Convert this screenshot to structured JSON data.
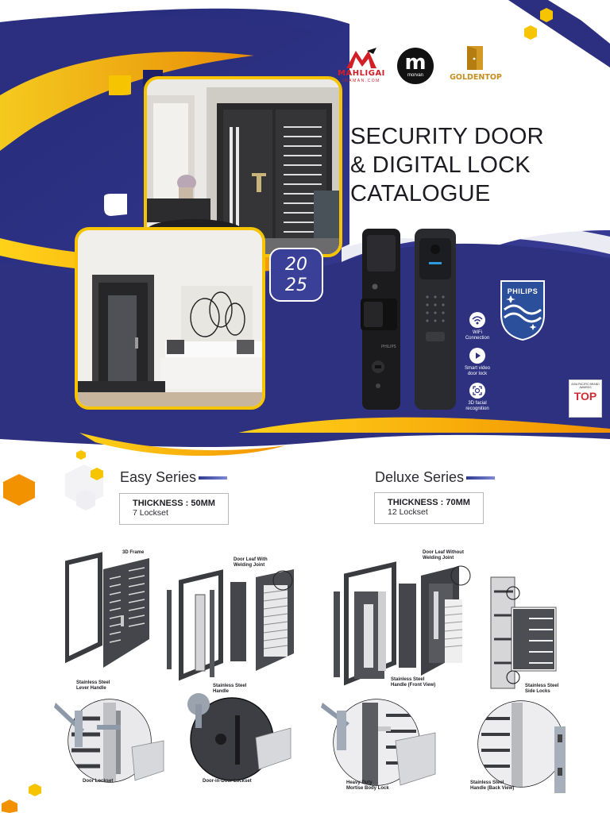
{
  "brands": {
    "mahligai": {
      "name": "MAHLIGAI",
      "subtitle": "IDAMAN.COM"
    },
    "morvan": {
      "letter": "m",
      "name": "morvan"
    },
    "goldentop": {
      "name": "GOLDENTOP"
    }
  },
  "headline": {
    "line1": "SECURITY DOOR",
    "line2": "& DIGITAL LOCK",
    "line3": "CATALOGUE"
  },
  "year": {
    "top": "20",
    "bottom": "25"
  },
  "lock_features": [
    {
      "icon": "wifi-icon",
      "label1": "WiFi",
      "label2": "Connection"
    },
    {
      "icon": "play-icon",
      "label1": "Smart video",
      "label2": "door lock"
    },
    {
      "icon": "face-scan-icon",
      "label1": "3D facial",
      "label2": "recognition"
    }
  ],
  "philips": {
    "name": "PHILIPS"
  },
  "award": {
    "caption": "ASIA PACIFIC BRAND AWARDS",
    "mark": "TOP"
  },
  "easy_series": {
    "title": "Easy Series",
    "thickness": "THICKNESS : 50MM",
    "locksets": "7 Lockset",
    "labels": {
      "frame": "3D Frame",
      "leaf_line1": "Door Leaf With",
      "leaf_line2": "Welding Joint",
      "lever_line1": "Stainless Steel",
      "lever_line2": "Lever Handle",
      "handle_line1": "Stainless Steel",
      "handle_line2": "Handle",
      "door_lockset": "Door Lockset",
      "door_in_door": "Door-in-Door Lockset"
    }
  },
  "deluxe_series": {
    "title": "Deluxe Series",
    "thickness": "THICKNESS : 70MM",
    "locksets": "12 Lockset",
    "labels": {
      "leaf_line1": "Door Leaf Without",
      "leaf_line2": "Welding Joint",
      "front_line1": "Stainless Steel",
      "front_line2": "Handle (Front View)",
      "side_line1": "Stainless Steel",
      "side_line2": "Side Locks",
      "mortise_line1": "Heavy Duty",
      "mortise_line2": "Mortise Body Lock",
      "back_line1": "Stainless Steel",
      "back_line2": "Handle (Back View)"
    }
  },
  "colors": {
    "navy": "#2c2f7f",
    "blue": "#3a3f98",
    "yellow": "#f6c400",
    "orange": "#f39200"
  }
}
